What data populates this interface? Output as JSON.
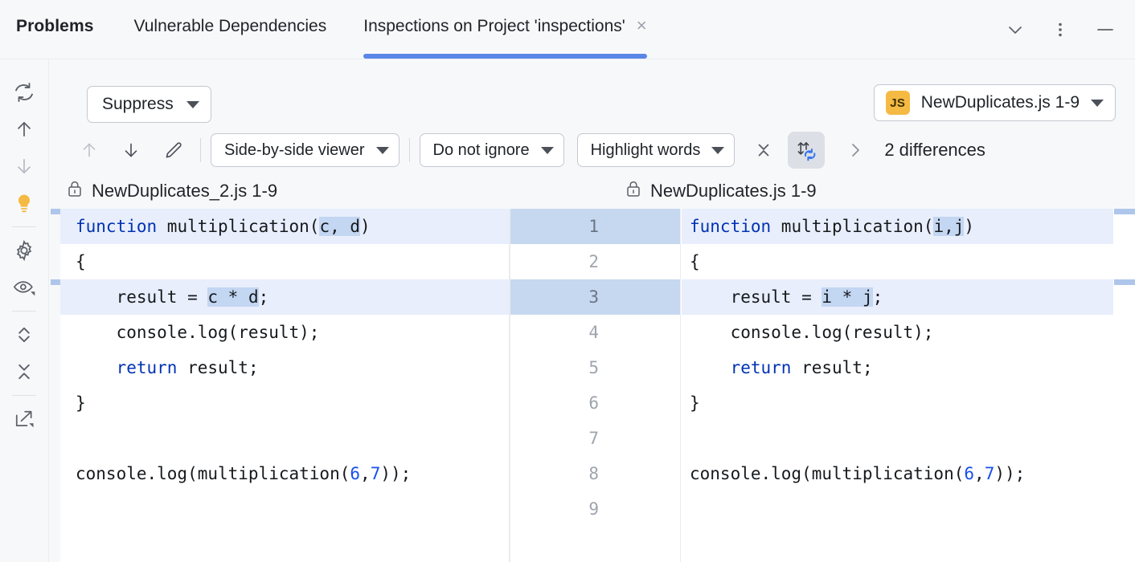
{
  "window": {
    "tabs": [
      {
        "label": "Problems",
        "active": false,
        "bold": true
      },
      {
        "label": "Vulnerable Dependencies",
        "active": false,
        "bold": false
      },
      {
        "label": "Inspections on Project 'inspections'",
        "active": true,
        "bold": false
      }
    ],
    "tab_close_glyph": "×",
    "controls": [
      {
        "name": "chevron-down-icon",
        "label": ""
      },
      {
        "name": "more-vertical-icon",
        "label": ""
      },
      {
        "name": "minimize-icon",
        "label": ""
      }
    ]
  },
  "rail": {
    "items": [
      {
        "name": "rerun-icon",
        "title": "Rerun"
      },
      {
        "name": "arrow-up-icon",
        "title": "Previous problem"
      },
      {
        "name": "arrow-down-icon",
        "title": "Next problem"
      },
      {
        "name": "lightbulb-icon",
        "title": "Quick fix",
        "color": "#f5ba43"
      },
      {
        "name": "settings-gear-icon",
        "title": "Settings"
      },
      {
        "name": "eye-icon",
        "title": "View options"
      },
      {
        "name": "expand-all-icon",
        "title": "Expand all"
      },
      {
        "name": "collapse-all-icon",
        "title": "Collapse all"
      },
      {
        "name": "export-icon",
        "title": "Export"
      }
    ]
  },
  "toolbar": {
    "suppress_label": "Suppress",
    "file_scope_label": "NewDuplicates.js 1-9",
    "file_scope_badge": "JS"
  },
  "diff_toolbar": {
    "prev_difference": "prev-difference-icon",
    "next_difference": "next-difference-icon",
    "edit": "edit-pencil-icon",
    "viewer_mode": "Side-by-side viewer",
    "ignore_policy": "Do not ignore",
    "highlight_mode": "Highlight words",
    "collapse_unchanged": "collapse-icon",
    "sync_scroll": "sync-scroll-icon",
    "expand_chevron": "chevron-right-icon",
    "differences_count": "2 differences"
  },
  "diff": {
    "left_header": "NewDuplicates_2.js 1-9",
    "right_header": "NewDuplicates.js 1-9",
    "lock_icon": "lock-icon",
    "left_line_numbers": [
      "1",
      "2",
      "3",
      "4",
      "5",
      "6",
      "7",
      "8",
      "9"
    ],
    "right_line_numbers": [
      "1",
      "2",
      "3",
      "4",
      "5",
      "6",
      "7",
      "8",
      "9"
    ],
    "changed_rows": [
      0,
      2
    ],
    "left_lines": [
      {
        "n": "1",
        "changed": true,
        "tokens": [
          {
            "t": "function",
            "c": "kw"
          },
          {
            "t": " multiplication("
          },
          {
            "t": "c, d",
            "c": "hl"
          },
          {
            "t": ")"
          }
        ]
      },
      {
        "n": "2",
        "changed": false,
        "tokens": [
          {
            "t": "{"
          }
        ]
      },
      {
        "n": "3",
        "changed": true,
        "tokens": [
          {
            "t": "    result = "
          },
          {
            "t": "c * d",
            "c": "hl"
          },
          {
            "t": ";"
          }
        ]
      },
      {
        "n": "4",
        "changed": false,
        "tokens": [
          {
            "t": "    console.log(result);"
          }
        ]
      },
      {
        "n": "5",
        "changed": false,
        "tokens": [
          {
            "t": "    "
          },
          {
            "t": "return",
            "c": "kw"
          },
          {
            "t": " result;"
          }
        ]
      },
      {
        "n": "6",
        "changed": false,
        "tokens": [
          {
            "t": "}"
          }
        ]
      },
      {
        "n": "7",
        "changed": false,
        "tokens": [
          {
            "t": ""
          }
        ]
      },
      {
        "n": "8",
        "changed": false,
        "tokens": [
          {
            "t": "console.log(multiplication("
          },
          {
            "t": "6",
            "c": "num"
          },
          {
            "t": ","
          },
          {
            "t": "7",
            "c": "num"
          },
          {
            "t": "));"
          }
        ]
      },
      {
        "n": "9",
        "changed": false,
        "tokens": [
          {
            "t": ""
          }
        ]
      }
    ],
    "right_lines": [
      {
        "n": "1",
        "changed": true,
        "tokens": [
          {
            "t": "function",
            "c": "kw"
          },
          {
            "t": " multiplication("
          },
          {
            "t": "i,j",
            "c": "hl"
          },
          {
            "t": ")"
          }
        ]
      },
      {
        "n": "2",
        "changed": false,
        "tokens": [
          {
            "t": "{"
          }
        ]
      },
      {
        "n": "3",
        "changed": true,
        "tokens": [
          {
            "t": "    result = "
          },
          {
            "t": "i * j",
            "c": "hl"
          },
          {
            "t": ";"
          }
        ]
      },
      {
        "n": "4",
        "changed": false,
        "tokens": [
          {
            "t": "    console.log(result);"
          }
        ]
      },
      {
        "n": "5",
        "changed": false,
        "tokens": [
          {
            "t": "    "
          },
          {
            "t": "return",
            "c": "kw"
          },
          {
            "t": " result;"
          }
        ]
      },
      {
        "n": "6",
        "changed": false,
        "tokens": [
          {
            "t": "}"
          }
        ]
      },
      {
        "n": "7",
        "changed": false,
        "tokens": [
          {
            "t": ""
          }
        ]
      },
      {
        "n": "8",
        "changed": false,
        "tokens": [
          {
            "t": "console.log(multiplication("
          },
          {
            "t": "6",
            "c": "num"
          },
          {
            "t": ","
          },
          {
            "t": "7",
            "c": "num"
          },
          {
            "t": "));"
          }
        ]
      },
      {
        "n": "9",
        "changed": false,
        "tokens": [
          {
            "t": ""
          }
        ]
      }
    ]
  },
  "colors": {
    "accent": "#5a86e8",
    "changed_line_bg": "#e8eefb",
    "word_highlight_bg": "#c3d6f2",
    "gutter_changed_bg": "#c6d8f0",
    "keyword": "#0033b3",
    "number": "#1750eb",
    "badge_yellow": "#f5ba43"
  }
}
